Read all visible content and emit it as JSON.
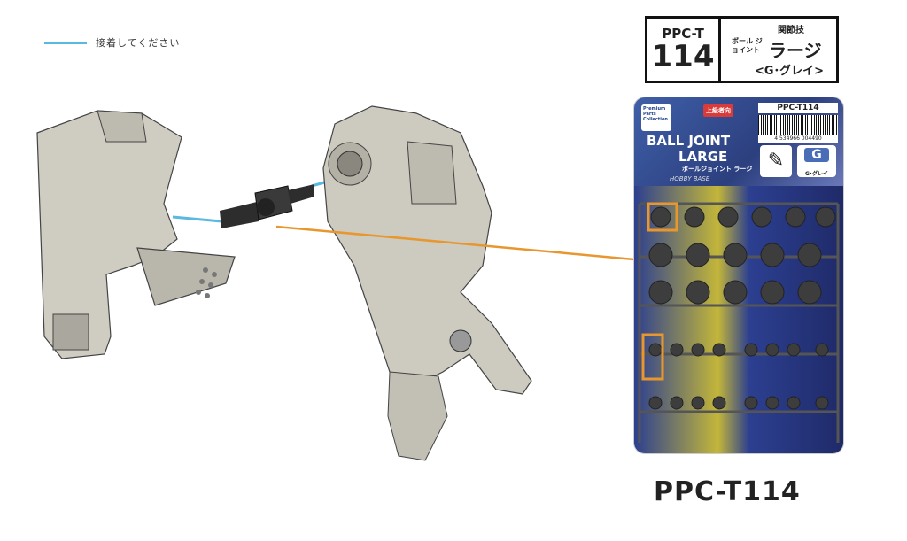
{
  "legend": {
    "text": "接着してください",
    "color": "#5bb8e0"
  },
  "product_box": {
    "code_prefix": "PPC-T",
    "code_number": "114",
    "category": "関節技",
    "ball_joint": "ボール ジョイント",
    "size": "ラージ",
    "color": "<G･グレイ>"
  },
  "package": {
    "pp_badge": "Premium Parts Collection",
    "level": "上級者向",
    "code": "PPC-T114",
    "barcode_number": "4 534966 004490",
    "title_line1": "BALL  JOINT",
    "title_line2": "LARGE",
    "subtitle": "ボールジョイント ラージ",
    "color_badge": "G",
    "color_badge_label": "G･グレイ",
    "brand": "HOBBY BASE"
  },
  "bottom_label": "PPC-T114",
  "colors": {
    "glue_line": "#5bb8e0",
    "pointer_line": "#e8962e",
    "part_gray": "#c9c6bd",
    "joint_dark": "#333333"
  }
}
